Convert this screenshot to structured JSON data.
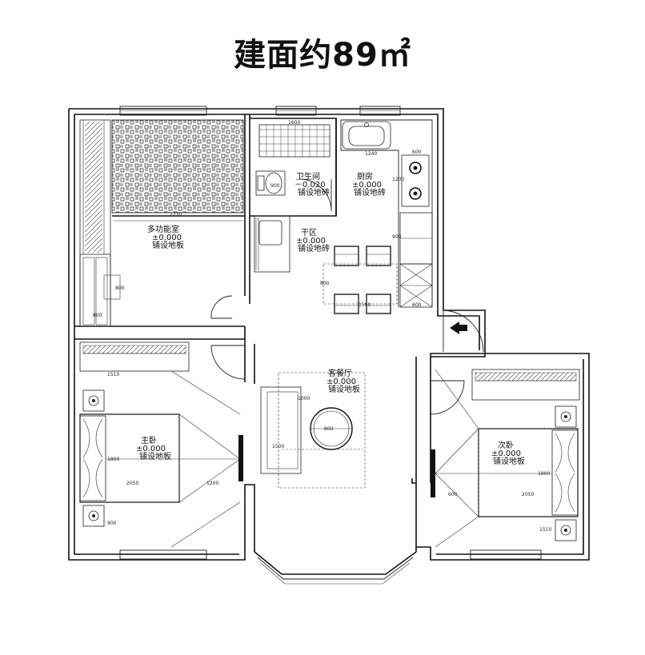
{
  "title": "建面约89㎡",
  "rooms": {
    "multi": {
      "name": "多功能室",
      "elev": "±0.000",
      "floor": "铺设地板"
    },
    "bath": {
      "name": "卫生间",
      "elev": "－0.020",
      "floor": "铺设地砖"
    },
    "kitchen": {
      "name": "厨房",
      "elev": "±0.000",
      "floor": "铺设地砖"
    },
    "dry": {
      "name": "干区",
      "elev": "±0.000",
      "floor": "铺设地砖"
    },
    "living": {
      "name": "客餐厅",
      "elev": "±0.000",
      "floor": "铺设地板"
    },
    "master": {
      "name": "主卧",
      "elev": "±0.000",
      "floor": "铺设地板"
    },
    "second": {
      "name": "次卧",
      "elev": "±0.000",
      "floor": "铺设地板"
    }
  },
  "dims": [
    "2730",
    "1600",
    "1240",
    "600",
    "1200",
    "900",
    "1500",
    "600",
    "800",
    "800",
    "1500",
    "1510",
    "1800",
    "900",
    "2050",
    "1200",
    "600",
    "1800",
    "2050",
    "1510",
    "900",
    "800",
    "800",
    "1000"
  ],
  "colors": {
    "line": "#111111",
    "background": "#ffffff"
  },
  "icons": [
    "entry-arrow-icon"
  ]
}
